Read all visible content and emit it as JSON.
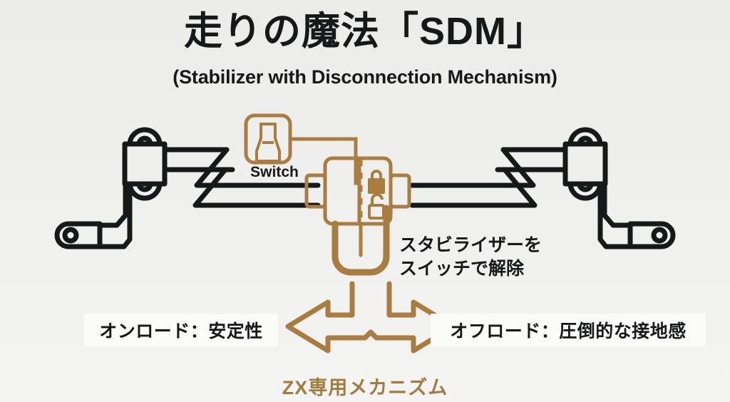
{
  "page": {
    "background_color": "#eeeeec",
    "bronze_color": "#a97c3f",
    "ink_color": "#16181a"
  },
  "header": {
    "title": "走りの魔法「SDM」",
    "subtitle": "(Stabilizer with Disconnection Mechanism)"
  },
  "diagram": {
    "switch_label": "Switch",
    "switch_icon": "toggle-switch-icon",
    "locked_icon": "padlock-closed-icon",
    "unlocked_icon": "padlock-open-icon",
    "stabilizer_bar_icon": "stabilizer-bar-icon",
    "coupler_icon": "disconnect-coupler-icon",
    "release_note_line1": "スタビライザーを",
    "release_note_line2": "スイッチで解除"
  },
  "modes": {
    "left_label": "オンロード：安定性",
    "right_label": "オフロード：圧倒的な接地感",
    "arrow_icon": "double-headed-arrow-icon"
  },
  "footer": {
    "caption": "ZX専用メカニズム"
  }
}
